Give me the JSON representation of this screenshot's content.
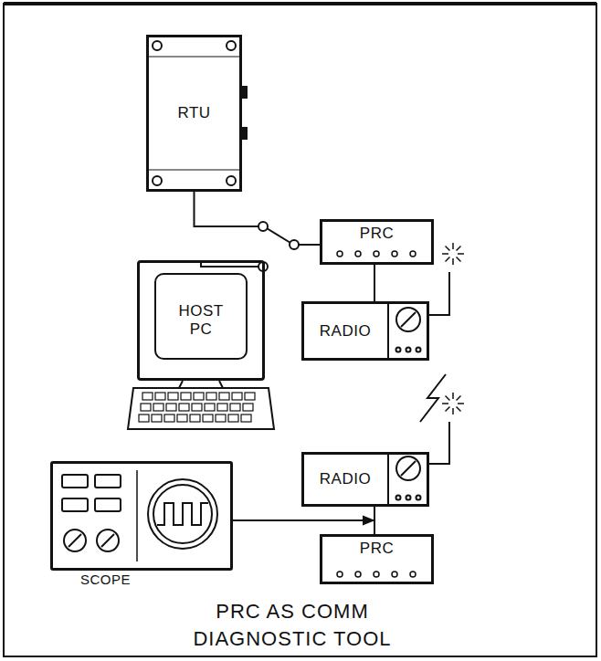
{
  "diagram": {
    "caption": "PRC AS COMM DIAGNOSTIC TOOL",
    "nodes": [
      {
        "text": [
          "RTU"
        ]
      },
      {
        "text": [
          "HOST PC"
        ]
      },
      {
        "text": [
          "PRC"
        ]
      },
      {
        "text": [
          "RADIO"
        ]
      },
      {
        "text": [
          "RADIO"
        ]
      },
      {
        "text": [
          "PRC"
        ]
      },
      {
        "text": [
          "SCOPE"
        ]
      }
    ],
    "edges": [
      {
        "from": 0,
        "to": 2,
        "arrow": "none"
      },
      {
        "from": 1,
        "to": 2,
        "arrow": "none"
      },
      {
        "from": 2,
        "to": 3,
        "arrow": "none"
      },
      {
        "from": 4,
        "to": 5,
        "arrow": "none"
      },
      {
        "from": 6,
        "to": 4,
        "arrow": "none"
      },
      {
        "from": 6,
        "to": 5,
        "arrow": "none"
      }
    ]
  }
}
